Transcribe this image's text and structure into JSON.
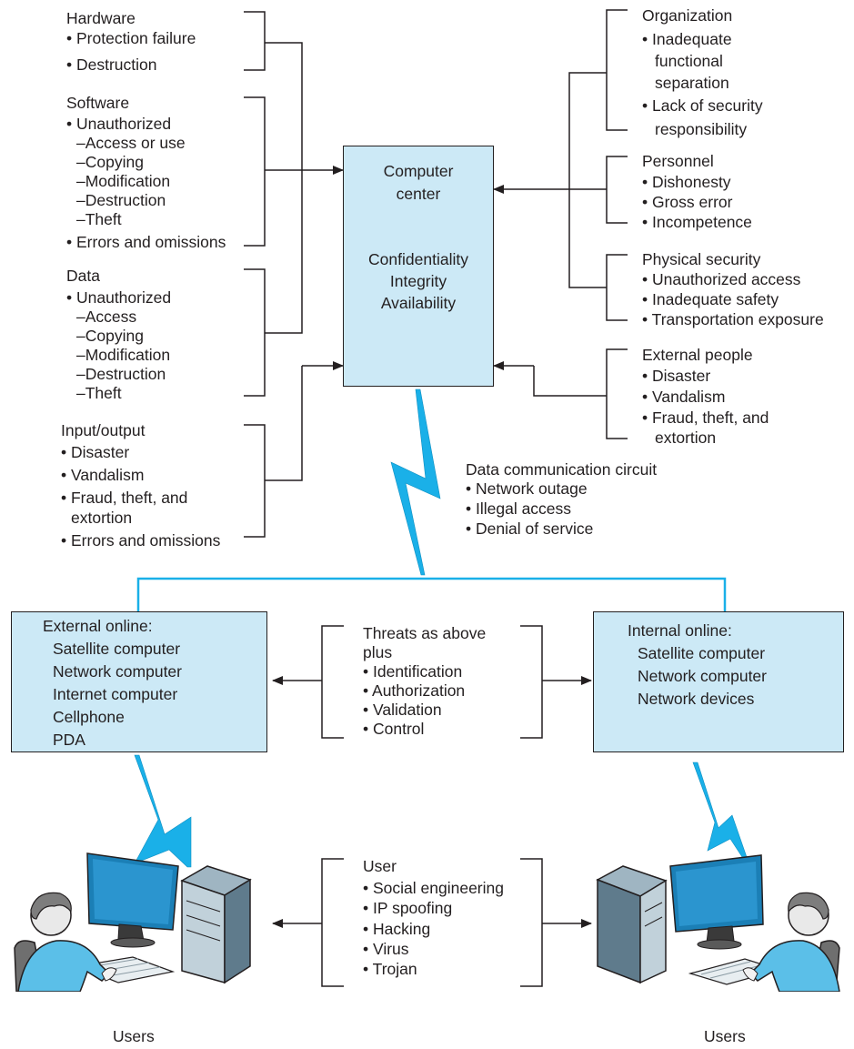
{
  "colors": {
    "box_fill": "#cce9f6",
    "line": "#231f20",
    "lightning": "#1ab0e8",
    "network_line": "#1ab0e8",
    "monitor_screen": "#1b7fb6",
    "computer_case": "#5f7b8c",
    "person_shirt": "#5bbfe8"
  },
  "threats_left": {
    "hardware": {
      "title": "Hardware",
      "items": [
        "• Protection failure",
        "• Destruction"
      ]
    },
    "software": {
      "title": "Software",
      "items": [
        "• Unauthorized",
        "–Access or use",
        "–Copying",
        "–Modification",
        "–Destruction",
        "–Theft",
        "• Errors and omissions"
      ]
    },
    "data": {
      "title": "Data",
      "items": [
        "• Unauthorized",
        "–Access",
        "–Copying",
        "–Modification",
        "–Destruction",
        "–Theft"
      ]
    },
    "io": {
      "title": "Input/output",
      "items": [
        "• Disaster",
        "• Vandalism",
        "• Fraud, theft, and",
        "extortion",
        "• Errors and omissions"
      ]
    }
  },
  "threats_right": {
    "organization": {
      "title": "Organization",
      "items": [
        "• Inadequate",
        "functional",
        "separation",
        "• Lack of security",
        "responsibility"
      ]
    },
    "personnel": {
      "title": "Personnel",
      "items": [
        "• Dishonesty",
        "• Gross error",
        "• Incompetence"
      ]
    },
    "physical": {
      "title": "Physical security",
      "items": [
        "• Unauthorized access",
        "• Inadequate safety",
        "• Transportation exposure"
      ]
    },
    "external": {
      "title": "External people",
      "items": [
        "• Disaster",
        "• Vandalism",
        "• Fraud, theft, and",
        "extortion"
      ]
    }
  },
  "computer_center": {
    "lines1": [
      "Computer",
      "center"
    ],
    "lines2": [
      "Confidentiality",
      "Integrity",
      "Availability"
    ]
  },
  "data_comm": {
    "title": "Data communication circuit",
    "items": [
      "• Network outage",
      "• Illegal access",
      "• Denial of service"
    ]
  },
  "external_online": {
    "title": "External online:",
    "items": [
      "Satellite computer",
      "Network computer",
      "Internet computer",
      "Cellphone",
      "PDA"
    ]
  },
  "internal_online": {
    "title": "Internal online:",
    "items": [
      "Satellite computer",
      "Network computer",
      "Network devices"
    ]
  },
  "middle_threats": {
    "lines": [
      "Threats as above",
      "plus",
      "• Identification",
      "• Authorization",
      "• Validation",
      "• Control"
    ]
  },
  "user_threats": {
    "lines": [
      "User",
      "• Social engineering",
      "• IP spoofing",
      "• Hacking",
      "• Virus",
      "• Trojan"
    ]
  },
  "users_left": "Users",
  "users_right": "Users"
}
